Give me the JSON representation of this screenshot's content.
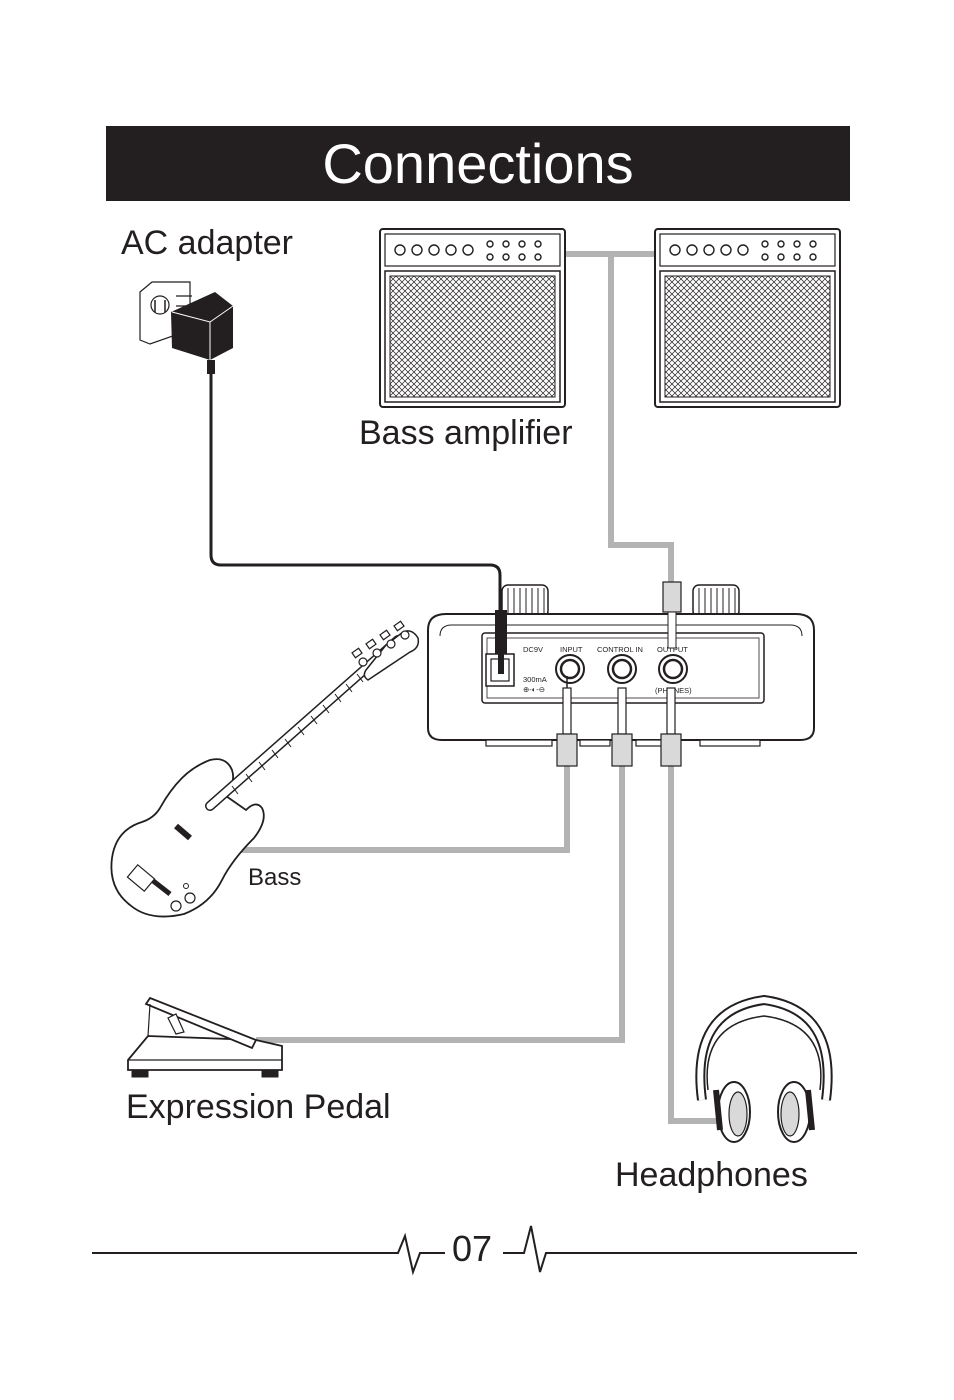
{
  "title": "Connections",
  "labels": {
    "ac_adapter": "AC adapter",
    "bass_amplifier": "Bass amplifier",
    "bass": "Bass",
    "expression_pedal": "Expression Pedal",
    "headphones": "Headphones"
  },
  "device_panel": {
    "dc_label": "DC9V",
    "current_label": "300mA",
    "input_label": "INPUT",
    "control_in_label": "CONTROL IN",
    "output_label": "OUTPUT",
    "phones_label": "(PHONES)"
  },
  "page_number": "07",
  "colors": {
    "ink": "#231f20",
    "cable_gray": "#b3b3b3",
    "background": "#ffffff"
  }
}
